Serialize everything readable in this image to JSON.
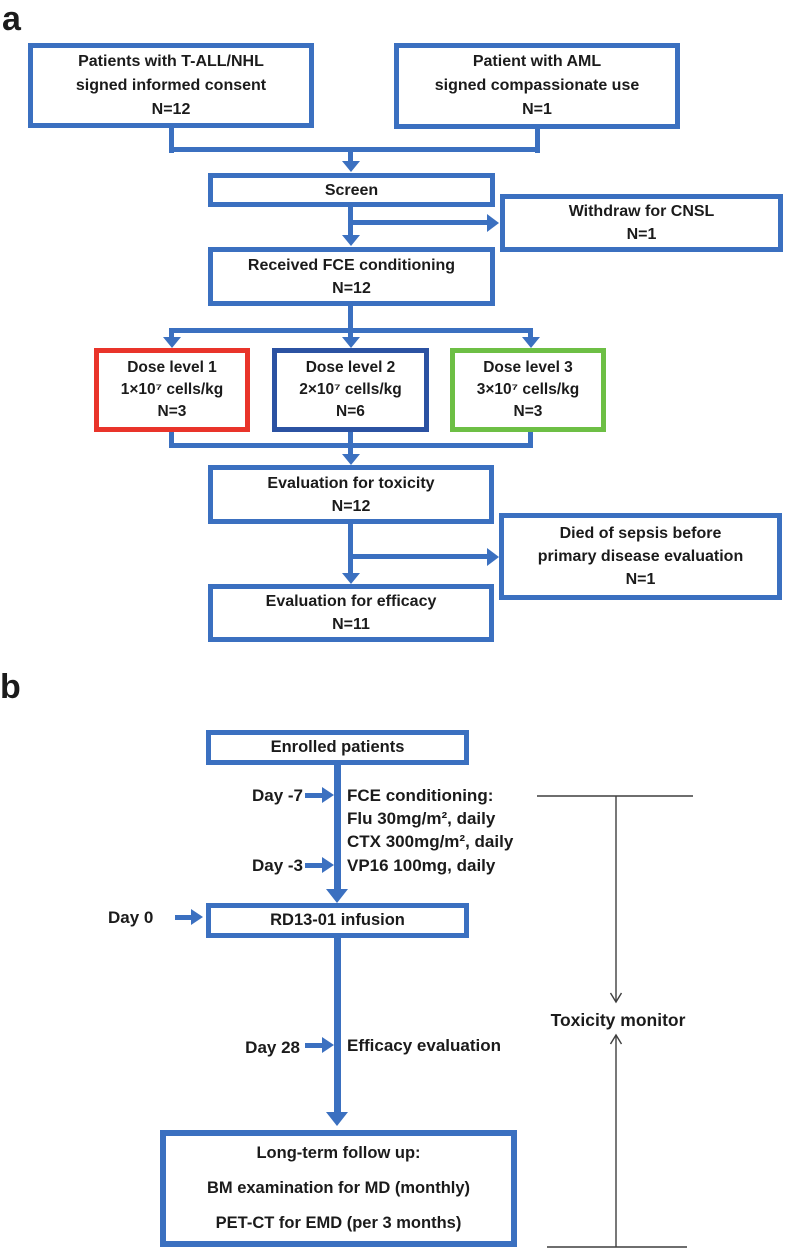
{
  "panel_a": {
    "label": "a",
    "boxes": {
      "tall_nhl": {
        "lines": [
          "Patients with T-ALL/NHL",
          "signed informed consent",
          "N=12"
        ]
      },
      "aml": {
        "lines": [
          "Patient with AML",
          "signed compassionate use",
          "N=1"
        ]
      },
      "screen": {
        "lines": [
          "Screen"
        ]
      },
      "withdraw": {
        "lines": [
          "Withdraw for CNSL",
          "N=1"
        ]
      },
      "fce_conditioning": {
        "lines": [
          "Received FCE conditioning",
          "N=12"
        ]
      },
      "dose1": {
        "lines": [
          "Dose level 1",
          "1×10⁷ cells/kg",
          "N=3"
        ],
        "border_color": "#e9342a"
      },
      "dose2": {
        "lines": [
          "Dose level 2",
          "2×10⁷ cells/kg",
          "N=6"
        ],
        "border_color": "#2b52a2"
      },
      "dose3": {
        "lines": [
          "Dose level 3",
          "3×10⁷ cells/kg",
          "N=3"
        ],
        "border_color": "#6dbf45"
      },
      "toxicity": {
        "lines": [
          "Evaluation for toxicity",
          "N=12"
        ]
      },
      "died_sepsis": {
        "lines": [
          "Died of sepsis before",
          "primary disease evaluation",
          "N=1"
        ]
      },
      "efficacy": {
        "lines": [
          "Evaluation for efficacy",
          "N=11"
        ]
      }
    }
  },
  "panel_b": {
    "label": "b",
    "boxes": {
      "enrolled": {
        "lines": [
          "Enrolled patients"
        ]
      },
      "rd13_infusion": {
        "lines": [
          "RD13-01 infusion"
        ]
      },
      "followup": {
        "lines": [
          "Long-term follow up:",
          "BM examination for MD (monthly)",
          "PET-CT for EMD (per 3 months)"
        ]
      }
    },
    "timeline": {
      "day_minus7": "Day -7",
      "day_minus3": "Day -3",
      "day_0": "Day 0",
      "day_28": "Day 28",
      "conditioning_lines": [
        "FCE conditioning:",
        "Flu 30mg/m², daily",
        "CTX 300mg/m², daily",
        "VP16 100mg, daily"
      ],
      "efficacy_label": "Efficacy evaluation",
      "toxicity_monitor_label": "Toxicity monitor"
    }
  },
  "colors": {
    "box_blue": "#3b70c0",
    "dose1_red": "#e9342a",
    "dose2_dark_blue": "#2b52a2",
    "dose3_green": "#6dbf45",
    "text": "#1b1b1b",
    "thin_line": "#3f3f3f"
  }
}
